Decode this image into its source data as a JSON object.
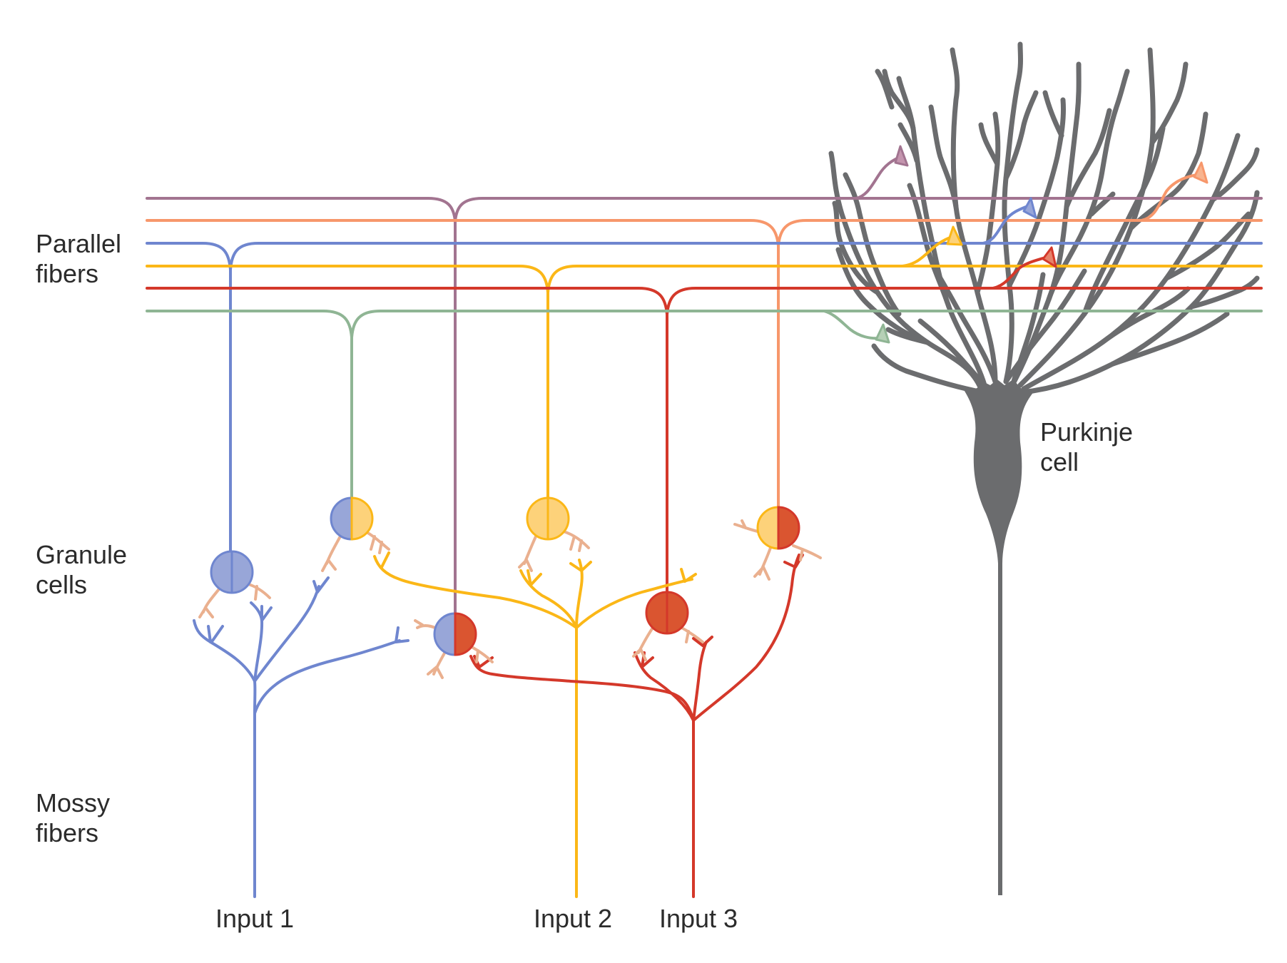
{
  "title": "Cerebellar circuit: mossy fibers, granule cells, parallel fibers and Purkinje cell",
  "labels": {
    "parallel_fibers": [
      "Parallel",
      "fibers"
    ],
    "granule_cells": [
      "Granule",
      "cells"
    ],
    "mossy_fibers": [
      "Mossy",
      "fibers"
    ],
    "purkinje_cell": [
      "Purkinje",
      "cell"
    ],
    "inputs": [
      "Input 1",
      "Input 2",
      "Input 3"
    ]
  },
  "colors": {
    "purple": "#a27490",
    "orange": "#f7976b",
    "blue": "#6f86cf",
    "blue_fill": "#98a6d8",
    "yellow": "#fbb717",
    "yellow_fill": "#fdd27a",
    "red": "#d4382a",
    "red_fill": "#da5530",
    "green": "#8fb594",
    "green_fill": "#b6d0b6",
    "dendrite": "#eab08f",
    "purkinje": "#6b6c6e",
    "text": "#2b2b2b"
  },
  "parallel_fibers": [
    {
      "name": "purple",
      "granule_source": "blue-red granule cell"
    },
    {
      "name": "orange",
      "granule_source": "yellow-red granule cell"
    },
    {
      "name": "blue",
      "granule_source": "blue granule cell"
    },
    {
      "name": "yellow",
      "granule_source": "yellow granule cell"
    },
    {
      "name": "red",
      "granule_source": "red granule cell"
    },
    {
      "name": "green",
      "granule_source": "blue-yellow granule cell"
    }
  ],
  "granule_cells": [
    {
      "id": "g1",
      "colors": [
        "blue",
        "blue"
      ]
    },
    {
      "id": "g2",
      "colors": [
        "blue",
        "yellow"
      ]
    },
    {
      "id": "g3",
      "colors": [
        "blue",
        "red"
      ]
    },
    {
      "id": "g4",
      "colors": [
        "yellow",
        "yellow"
      ]
    },
    {
      "id": "g5",
      "colors": [
        "red",
        "red"
      ]
    },
    {
      "id": "g6",
      "colors": [
        "yellow",
        "red"
      ]
    }
  ],
  "mossy_fibers": [
    {
      "input": "Input 1",
      "color": "blue"
    },
    {
      "input": "Input 2",
      "color": "yellow"
    },
    {
      "input": "Input 3",
      "color": "red"
    }
  ]
}
